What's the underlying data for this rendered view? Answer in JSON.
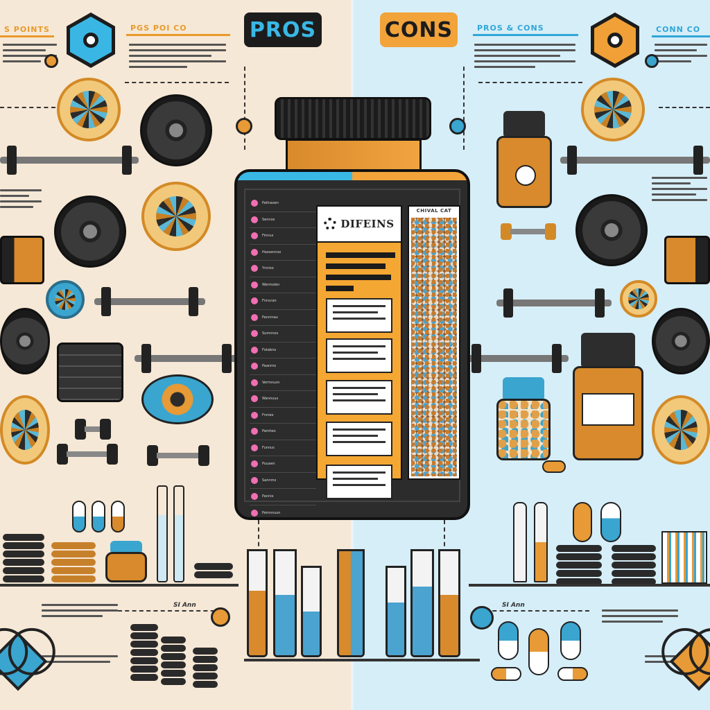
{
  "header": {
    "pros_label": "PROS",
    "cons_label": "CONS"
  },
  "tags": {
    "left_corner": "S POINTS",
    "left_center": "PGS POI CO",
    "right_center": "PROS & CONS",
    "right_corner": "CONN CO"
  },
  "bottle": {
    "label_title": "DIFEINS",
    "pill_column_header": "CHIVAL CAT",
    "list_items": [
      "Pallnaxen",
      "Sennox",
      "Finnux",
      "Hassennox",
      "Ynnixo",
      "Wermolen",
      "Fnnuran",
      "Panninax",
      "Sumnnos",
      "Fotabno",
      "Paanmo",
      "Vermnuxn",
      "Wannuux",
      "Fnniex",
      "Pamhes",
      "Funnus",
      "Puuaen",
      "Sannmx",
      "Pannix",
      "Pemnnuxn"
    ]
  },
  "captions": {
    "left_bottom": "SI Ann",
    "right_bottom": "SI Ann"
  },
  "colors": {
    "pros_accent": "#39b8e6",
    "cons_accent": "#f2a33a",
    "left_bg": "#f6e8d6",
    "right_bg": "#d6eef8",
    "ink": "#1c1c1c"
  },
  "icons": [
    "hexagon-badge-icon",
    "weight-plate-icon",
    "barbell-icon",
    "dumbbell-icon",
    "supplement-jar-icon",
    "capsule-icon",
    "test-tube-icon",
    "heart-icon",
    "syringe-icon"
  ]
}
